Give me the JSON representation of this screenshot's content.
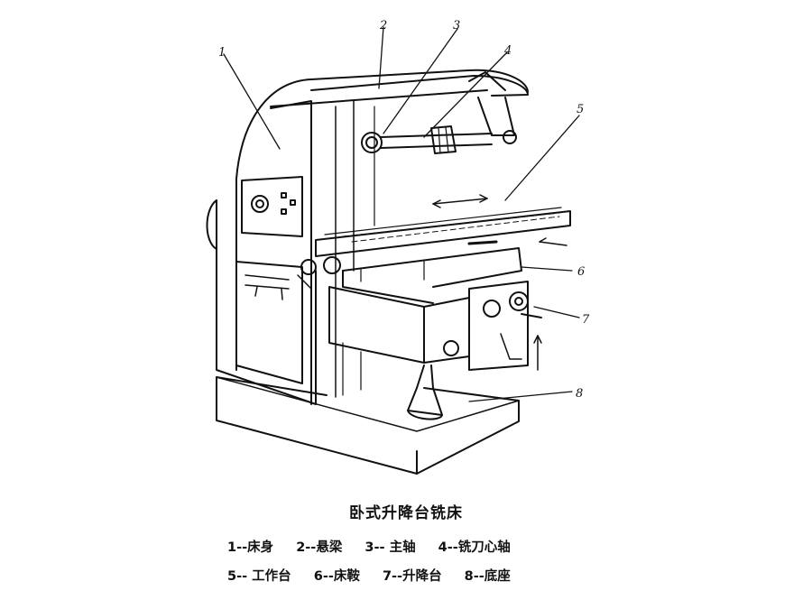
{
  "figure": {
    "caption": "卧式升降台铣床",
    "callouts": [
      "1",
      "2",
      "3",
      "4",
      "5",
      "6",
      "7",
      "8"
    ],
    "legend_row_1": [
      "1--床身",
      "2--悬梁",
      "3-- 主轴",
      "4--铣刀心轴"
    ],
    "legend_row_2": [
      "5-- 工作台",
      "6--床鞍",
      "7--升降台",
      "8--底座"
    ]
  }
}
